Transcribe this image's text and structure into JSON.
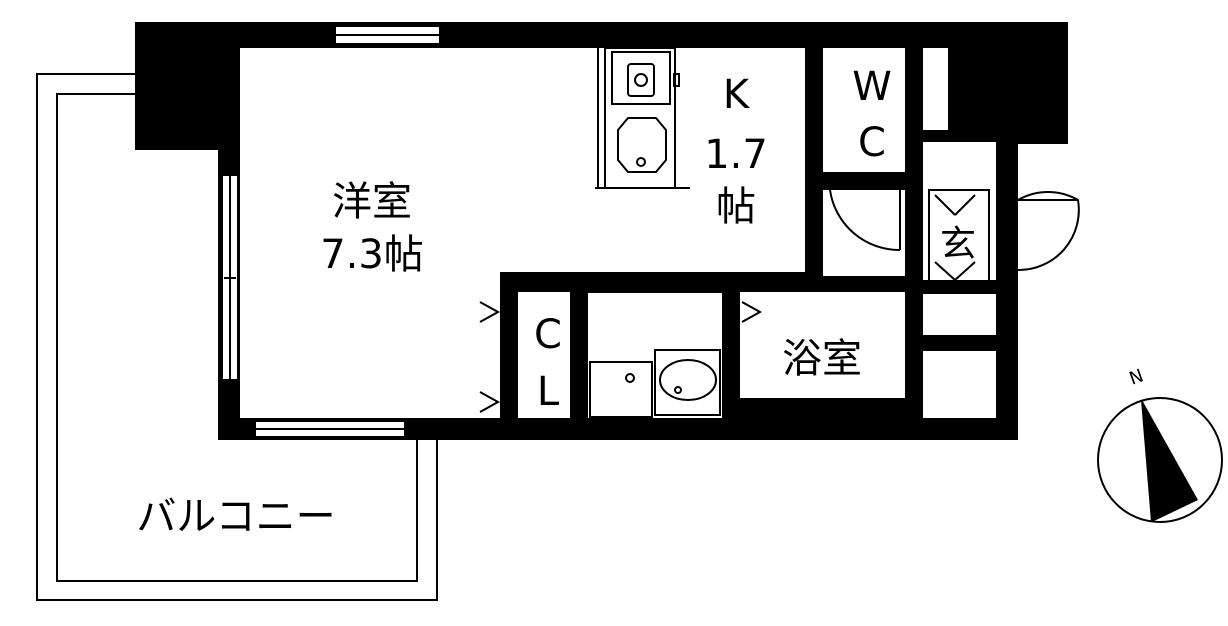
{
  "rooms": {
    "western": {
      "name": "洋室",
      "size": "7.3帖"
    },
    "kitchen": {
      "name": "K",
      "size_num": "1.7",
      "size_unit": "帖"
    },
    "wc": {
      "top": "W",
      "bottom": "C"
    },
    "closet": {
      "top": "C",
      "bottom": "L"
    },
    "bath": {
      "name": "浴室"
    },
    "entrance": {
      "name": "玄"
    },
    "balcony": {
      "name": "バルコニー"
    }
  },
  "compass": {
    "north_label": "N"
  },
  "colors": {
    "wall": "#000000",
    "background": "#ffffff",
    "line": "#000000"
  }
}
